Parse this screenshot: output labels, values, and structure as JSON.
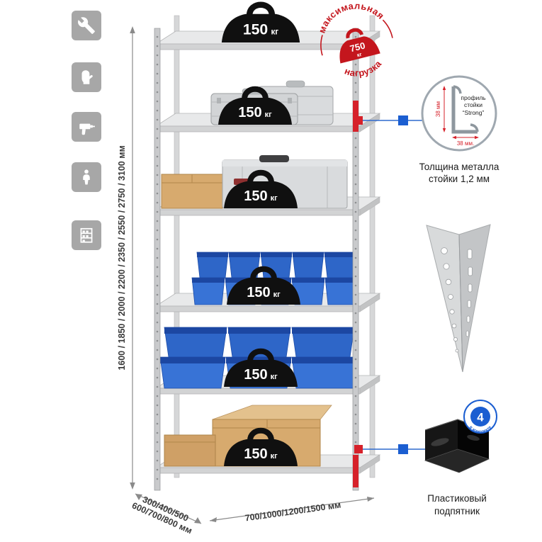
{
  "sidebar": {
    "icons": [
      {
        "name": "wrench"
      },
      {
        "name": "glove"
      },
      {
        "name": "drill"
      },
      {
        "name": "person"
      },
      {
        "name": "shelving"
      }
    ]
  },
  "dimensions": {
    "height_label": "1600 / 1850 / 2000 / 2200 / 2350 / 2550 / 2750 / 3100 мм",
    "depth_label_line1": "300/400/500",
    "depth_label_line2": "600/700/800 мм",
    "width_label": "700/1000/1200/1500 мм"
  },
  "shelf_loads": {
    "value": "150",
    "unit": "кг"
  },
  "max_load_stamp": {
    "arc_top": "максимальная",
    "arc_bottom": "нагрузка",
    "value": "750",
    "unit": "кг"
  },
  "profile_detail": {
    "line1": "профиль",
    "line2": "стойки",
    "line3": "“Strong”",
    "dim_vertical": "38 мм",
    "dim_horizontal": "38 мм.",
    "caption_line1": "Толщина металла",
    "caption_line2": "стойки 1,2 мм"
  },
  "foot_detail": {
    "badge_value": "4",
    "badge_arc": "в комплекте",
    "caption_line1": "Пластиковый",
    "caption_line2": "подпятник"
  },
  "colors": {
    "accent_red": "#d6212a",
    "accent_blue": "#1b5ed1",
    "stamp_red": "#c4161d",
    "bin_blue": "#2f6ace",
    "weight_black": "#101010",
    "metal_light": "#e8e9ea"
  }
}
